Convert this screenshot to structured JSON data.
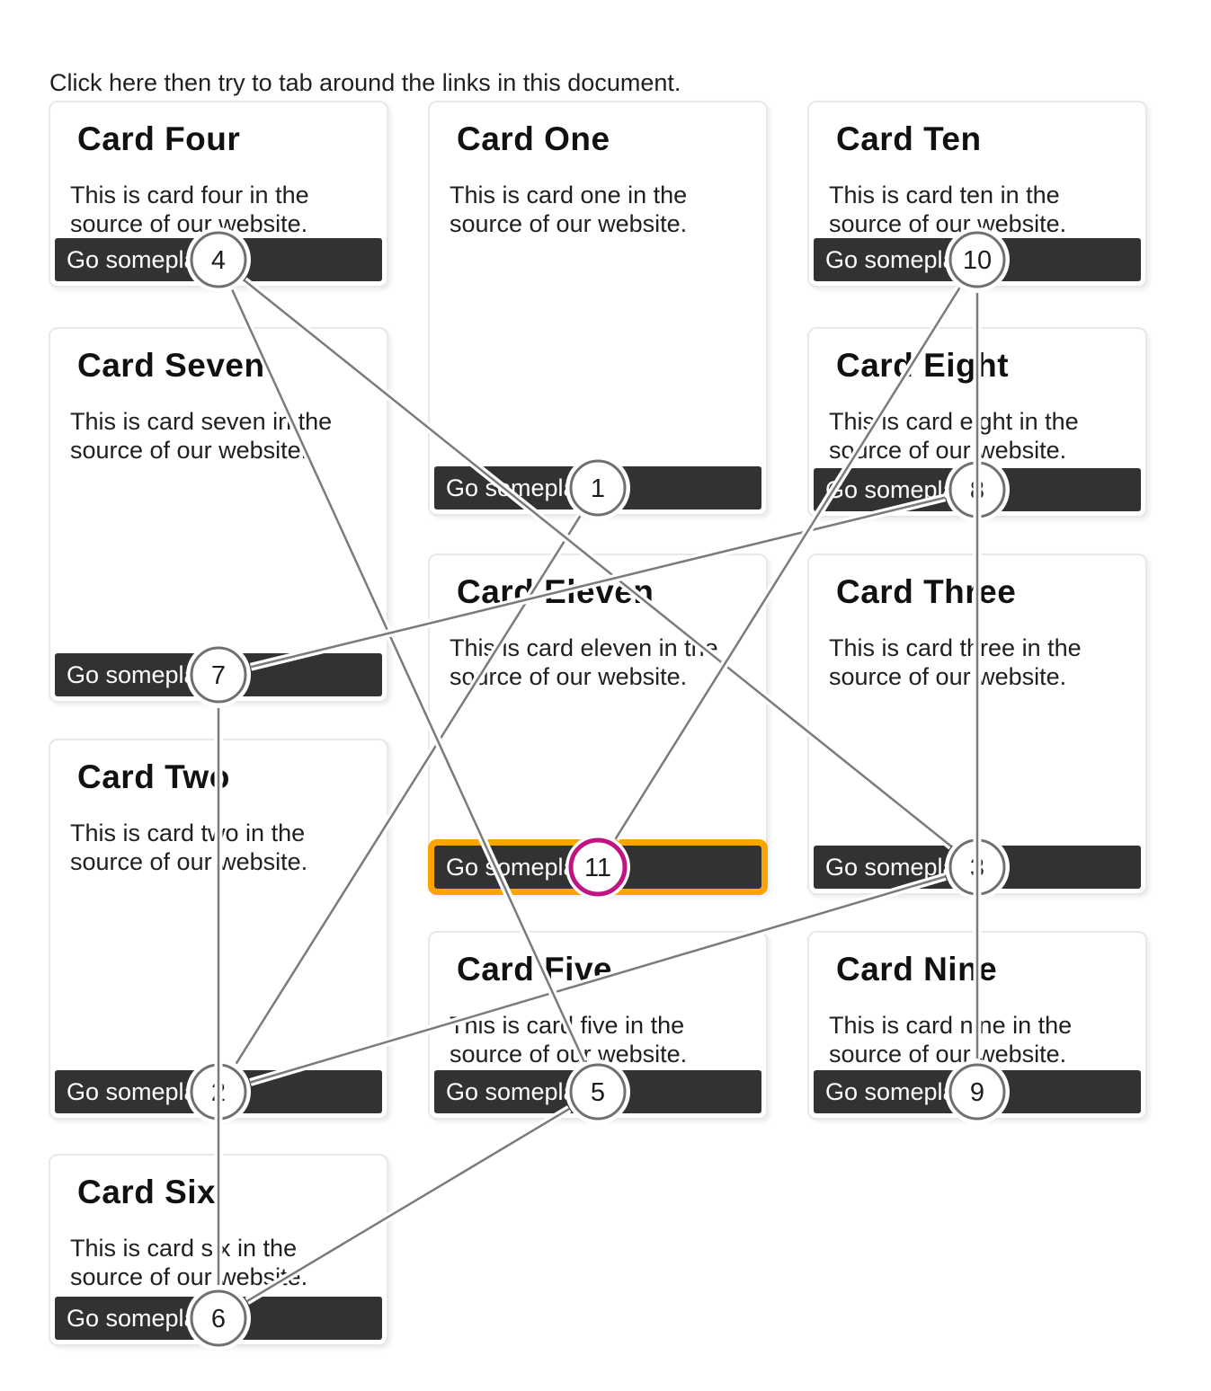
{
  "page": {
    "instruction": "Click here then try to tab around the links in this document.",
    "background": "#ffffff"
  },
  "colors": {
    "card_border": "#e8e8e8",
    "button_bg": "#323232",
    "button_text": "#ffffff",
    "line": "#7b7b7b",
    "line_casing": "#ffffff",
    "circle_fill": "#ffffff",
    "circle_ring": "#707070",
    "current_stop_ring": "#c01482",
    "focus_outline": "#ffa302",
    "number_text": "#1c1c1c"
  },
  "visualization": {
    "type": "tab-order-overlay",
    "stop_count": 11,
    "current_stop": 11,
    "stop_numbers": [
      1,
      2,
      3,
      4,
      5,
      6,
      7,
      8,
      9,
      10,
      11
    ]
  },
  "cards": [
    {
      "title": "Card One",
      "body": "This is card one in the source of our website.",
      "link_label": "Go someplace",
      "tab_stop": 1
    },
    {
      "title": "Card Two",
      "body": "This is card two in the source of our website.",
      "link_label": "Go someplace",
      "tab_stop": 2
    },
    {
      "title": "Card Three",
      "body": "This is card three in the source of our website.",
      "link_label": "Go someplace",
      "tab_stop": 3
    },
    {
      "title": "Card Four",
      "body": "This is card four in the source of our website.",
      "link_label": "Go someplace",
      "tab_stop": 4
    },
    {
      "title": "Card Five",
      "body": "This is card five in the source of our website.",
      "link_label": "Go someplace",
      "tab_stop": 5
    },
    {
      "title": "Card Six",
      "body": "This is card six in the source of our website.",
      "link_label": "Go someplace",
      "tab_stop": 6
    },
    {
      "title": "Card Seven",
      "body": "This is card seven in the source of our website.",
      "link_label": "Go someplace",
      "tab_stop": 7
    },
    {
      "title": "Card Eight",
      "body": "This is card eight in the source of our website.",
      "link_label": "Go someplace",
      "tab_stop": 8
    },
    {
      "title": "Card Nine",
      "body": "This is card nine in the source of our website.",
      "link_label": "Go someplace",
      "tab_stop": 9
    },
    {
      "title": "Card Ten",
      "body": "This is card ten in the source of our website.",
      "link_label": "Go someplace",
      "tab_stop": 10
    },
    {
      "title": "Card Eleven",
      "body": "This is card eleven in the source of our website.",
      "link_label": "Go someplace",
      "tab_stop": 11
    }
  ]
}
